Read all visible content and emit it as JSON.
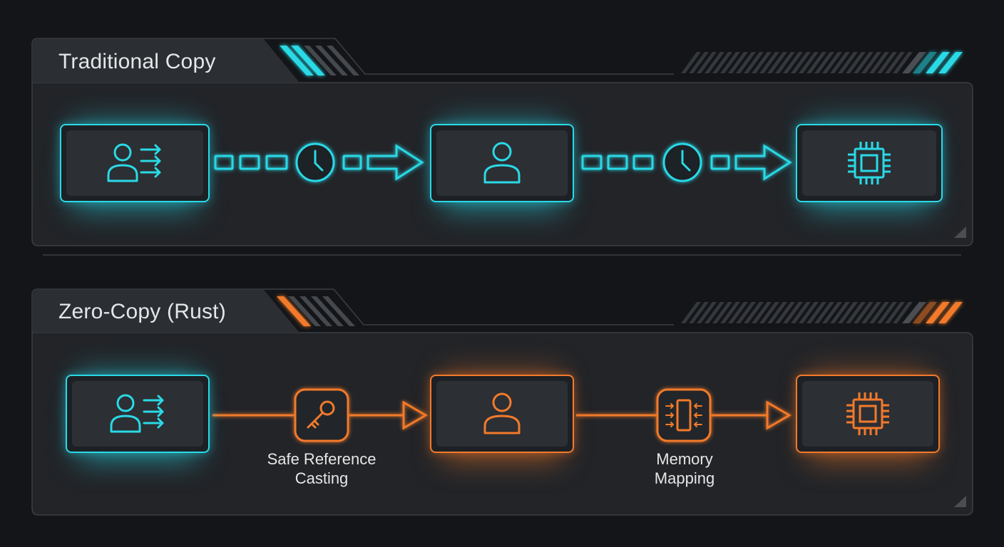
{
  "panels": {
    "traditional": {
      "title": "Traditional Copy",
      "accent": "#2ad9e6"
    },
    "zero_copy": {
      "title": "Zero-Copy (Rust)",
      "accent": "#f27a2c",
      "caption_reference": "Safe Reference\nCasting",
      "caption_reference_line1": "Safe Reference",
      "caption_reference_line2": "Casting",
      "caption_mapping_line1": "Memory",
      "caption_mapping_line2": "Mapping"
    }
  },
  "icons": {
    "traditional": [
      "user-send-icon",
      "clock-icon",
      "user-icon",
      "clock-icon",
      "cpu-chip-icon"
    ],
    "zero_copy": [
      "user-send-icon",
      "key-icon",
      "user-icon",
      "memory-mapping-icon",
      "cpu-chip-icon"
    ]
  },
  "colors": {
    "background": "#131518",
    "panel": "#222428",
    "cyan": "#2ad9e6",
    "orange": "#f27a2c"
  }
}
